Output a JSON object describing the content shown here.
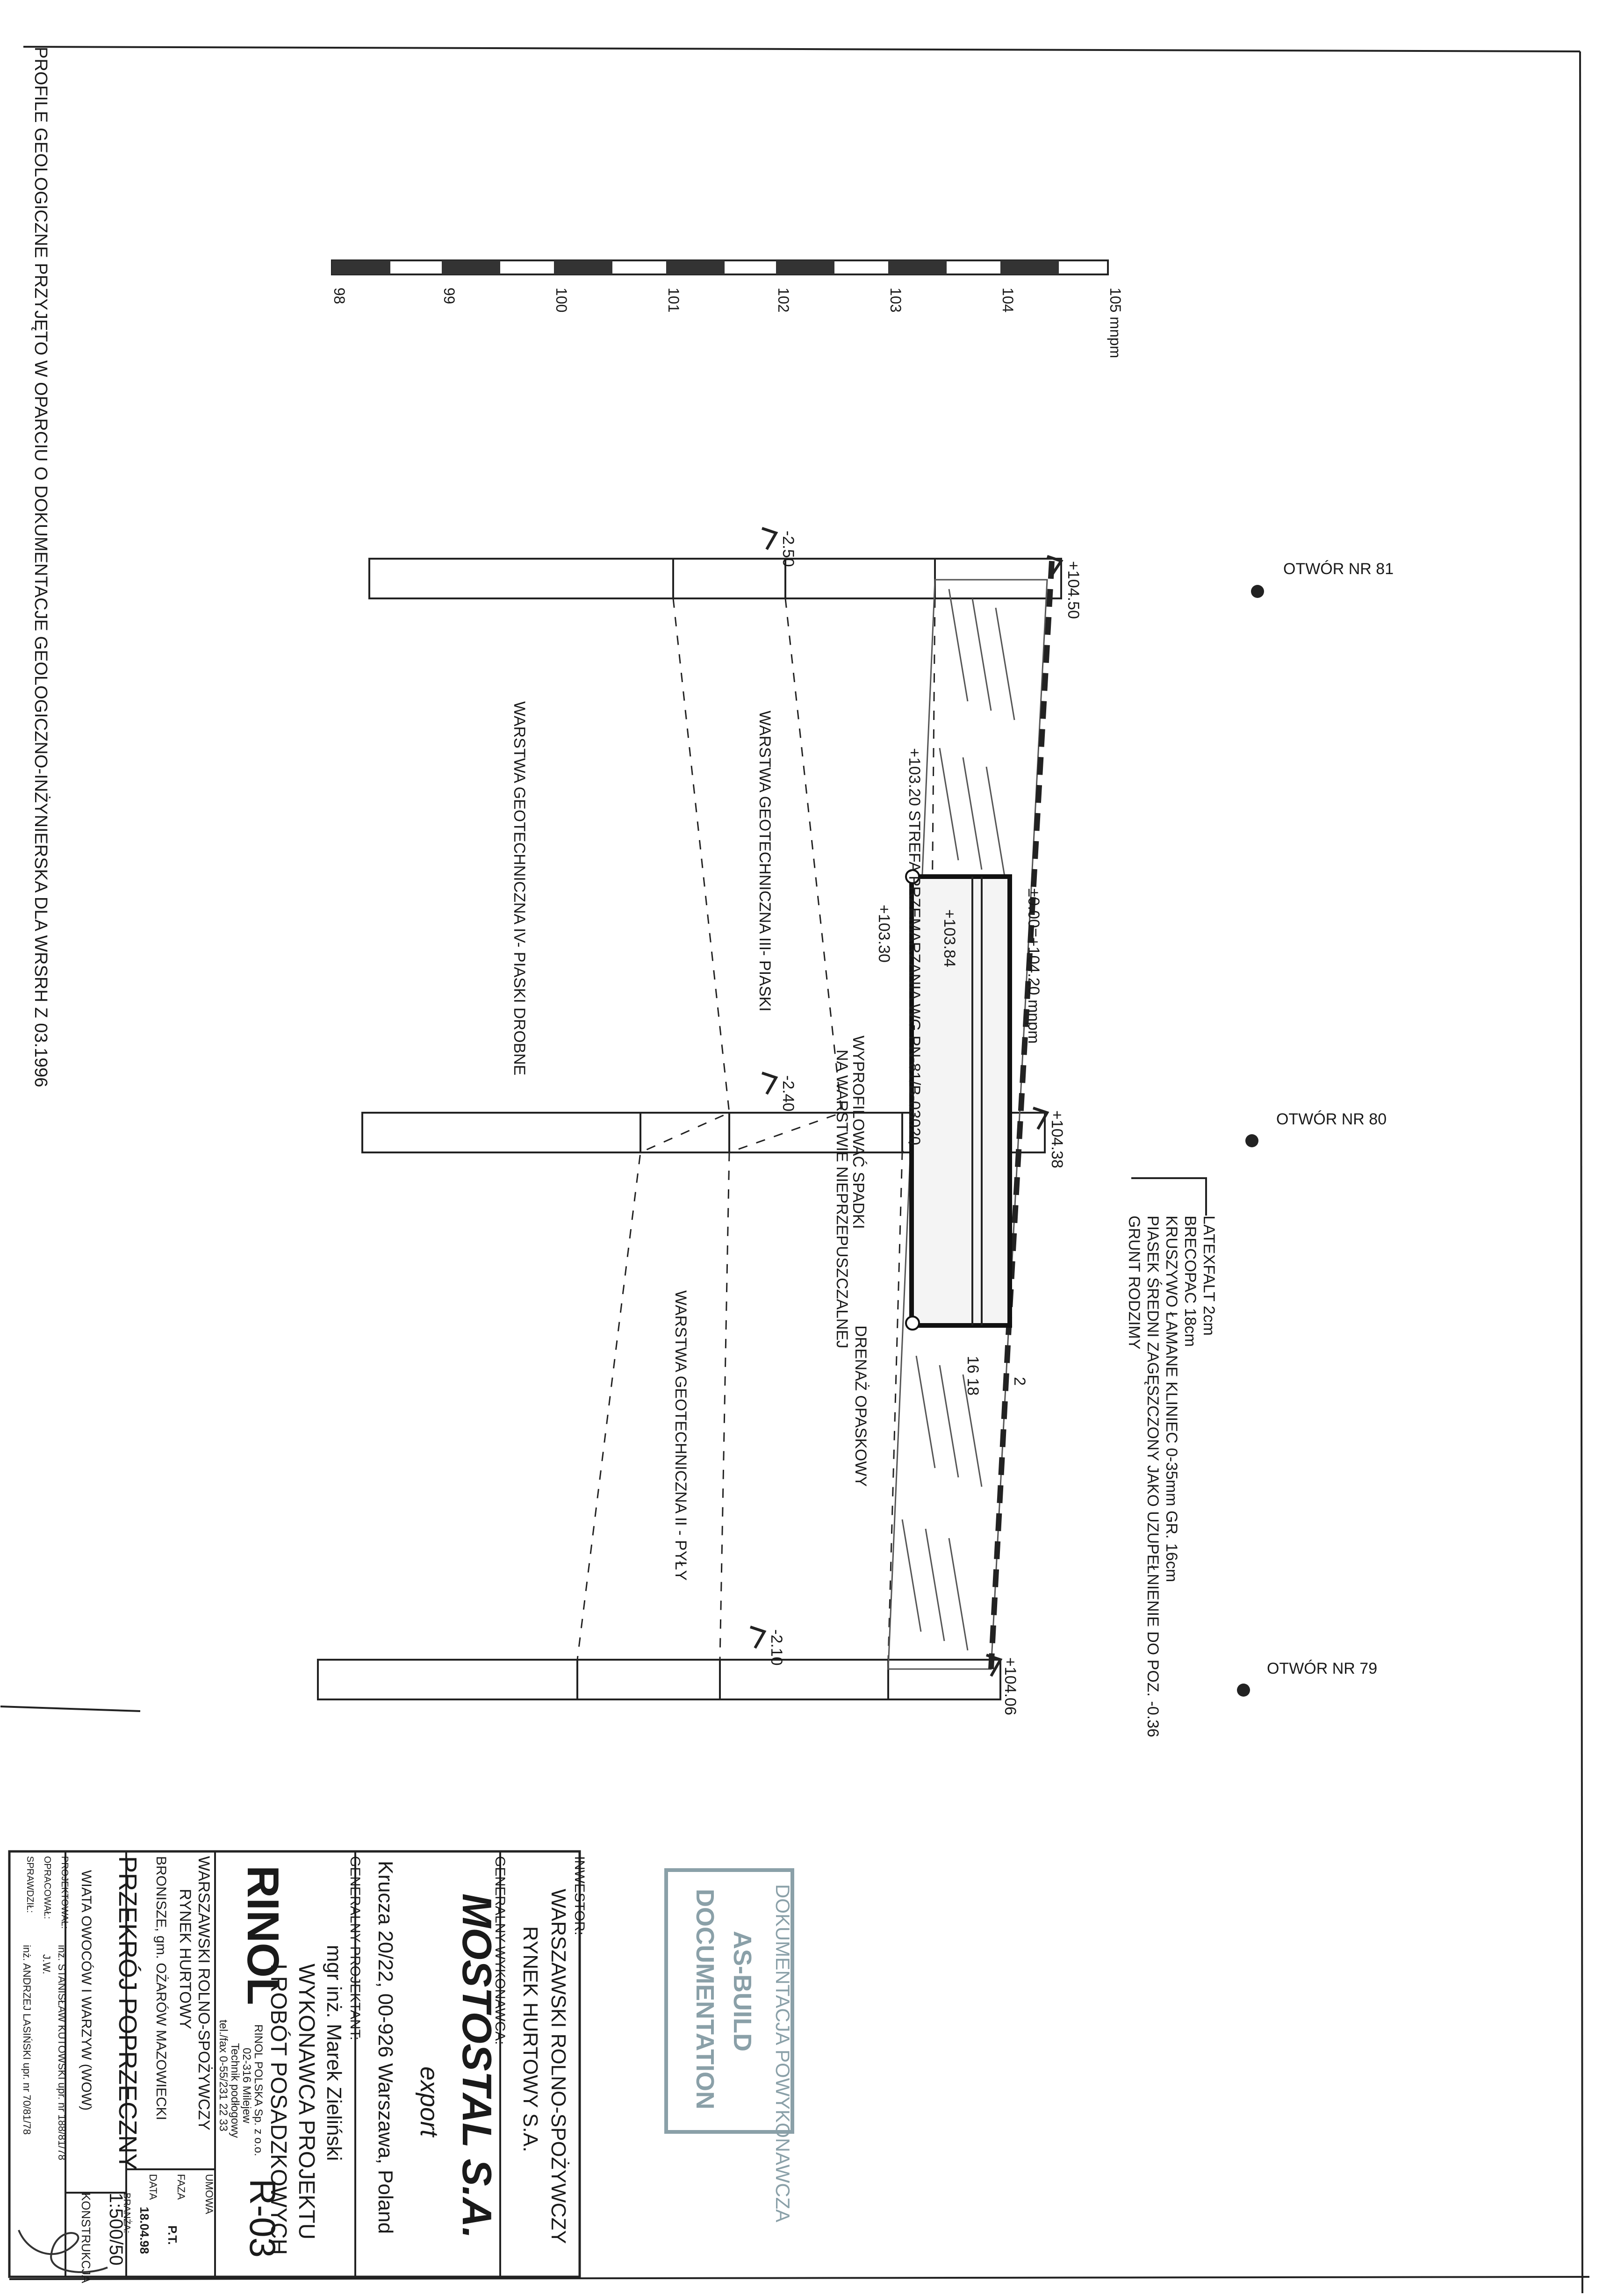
{
  "side_note": "PROFILE GEOLOGICZNE PRZYJĘTO W OPARCIU O DOKUMENTACJE GEOLOGICZNO-INŻYNIERSKA DLA WRSRH Z 03.1996",
  "scale_bar": {
    "ticks": [
      "98",
      "99",
      "100",
      "101",
      "102",
      "103",
      "104",
      "105 mnpm"
    ]
  },
  "boreholes": [
    {
      "name": "OTWÓR NR 81",
      "top": "+104.50",
      "water": "-2.50"
    },
    {
      "name": "OTWÓR NR 80",
      "top": "+104.38",
      "water": "-2.40"
    },
    {
      "name": "OTWÓR NR 79",
      "top": "+104.06",
      "water": "-2.10"
    }
  ],
  "layers": {
    "iv": "WARSTWA GEOTECHNICZNA IV- PIASKI DROBNE",
    "iii": "WARSTWA GEOTECHNICZNA III- PIASKI",
    "ii": "WARSTWA GEOTECHNICZNA II - PYŁY"
  },
  "annotations": {
    "zero": "±0.00=+104.20 mnpm",
    "frost": "+103.20 STREFA PRZEMARZANIA WG PN-81/B-03020",
    "lvl_10384": "+103.84",
    "lvl_10330": "+103.30",
    "slope_1": "WYPROFILOWAĆ SPADKI",
    "slope_2": "NA WARSTWIE NIEPRZEPUSZCZALNEJ",
    "drain": "DRENAŻ OPASKOWY",
    "dims": "16 18",
    "dim_2": "2"
  },
  "legend": [
    "LATEXFALT 2cm",
    "BRECOPAC 18cm",
    "KRUSZYWO ŁAMANE KLINIEC 0-35mm GR. 16cm",
    "PIASEK ŚREDNI ZAGĘSZCZONY JAKO UZUPEŁNIENIE DO POZ. -0.36",
    "GRUNT RODZIMY"
  ],
  "stamp": {
    "line1": "DOKUMENTACJA POWYKONAWCZA",
    "line2": "AS-BUILD",
    "line3": "DOCUMENTATION"
  },
  "title_block": {
    "investor_label": "INWESTOR:",
    "investor_1": "WARSZAWSKI ROLNO-SPOŻYWCZY",
    "investor_2": "RYNEK HURTOWY S.A.",
    "gc_label": "GENERALNY WYKONAWCA:",
    "gc_name": "MOSTOSTAL S.A.",
    "gc_sub": "export",
    "gc_address": "Krucza 20/22, 00-926 Warszawa, Poland",
    "designer_label": "GENERALNY PROJEKTANT:",
    "designer_name": "mgr inż. Marek Zieliński",
    "contractor_1": "WYKONAWCA PROJEKTU",
    "contractor_2": "I ROBÓT POSADZKOWYCH",
    "rinol_logo": "RINOL",
    "rinol_1": "RINOL POLSKA Sp. z o.o.",
    "rinol_2": "02-316 Milejew",
    "rinol_3": "Technik podłogowy",
    "rinol_4": "tel./fax 0-55/231 22 33",
    "project_1": "WARSZAWSKI ROLNO-SPOŻYWCZY",
    "project_2": "RYNEK HURTOWY",
    "project_3": "BRONISZE, gm. OŻARÓW MAZOWIECKI",
    "sheet_no": "R-03",
    "title": "PRZEKRÓJ POPRZECZNY",
    "scale": "1:500/50",
    "branch_label": "BRANŻA:",
    "branch": "KONSTRUKCJA",
    "object": "WIATA OWOCÓW I WARZYW (WOW)",
    "umowa_label": "UMOWA",
    "faza_label": "FAZA",
    "faza": "P.T.",
    "data_label": "DATA",
    "data": "18.04.98",
    "designed_label": "PROJEKTOWAŁ:",
    "designed_by": "inż. STANISŁAW KUTOWSKI upr. nr 188/81/78",
    "drawn_label": "OPRACOWAŁ:",
    "drawn_by": "J.W.",
    "checked_label": "SPRAWDZIŁ:",
    "checked_by": "inż. ANDRZEJ LASIŃSKI upr. nr 70/81/78"
  }
}
